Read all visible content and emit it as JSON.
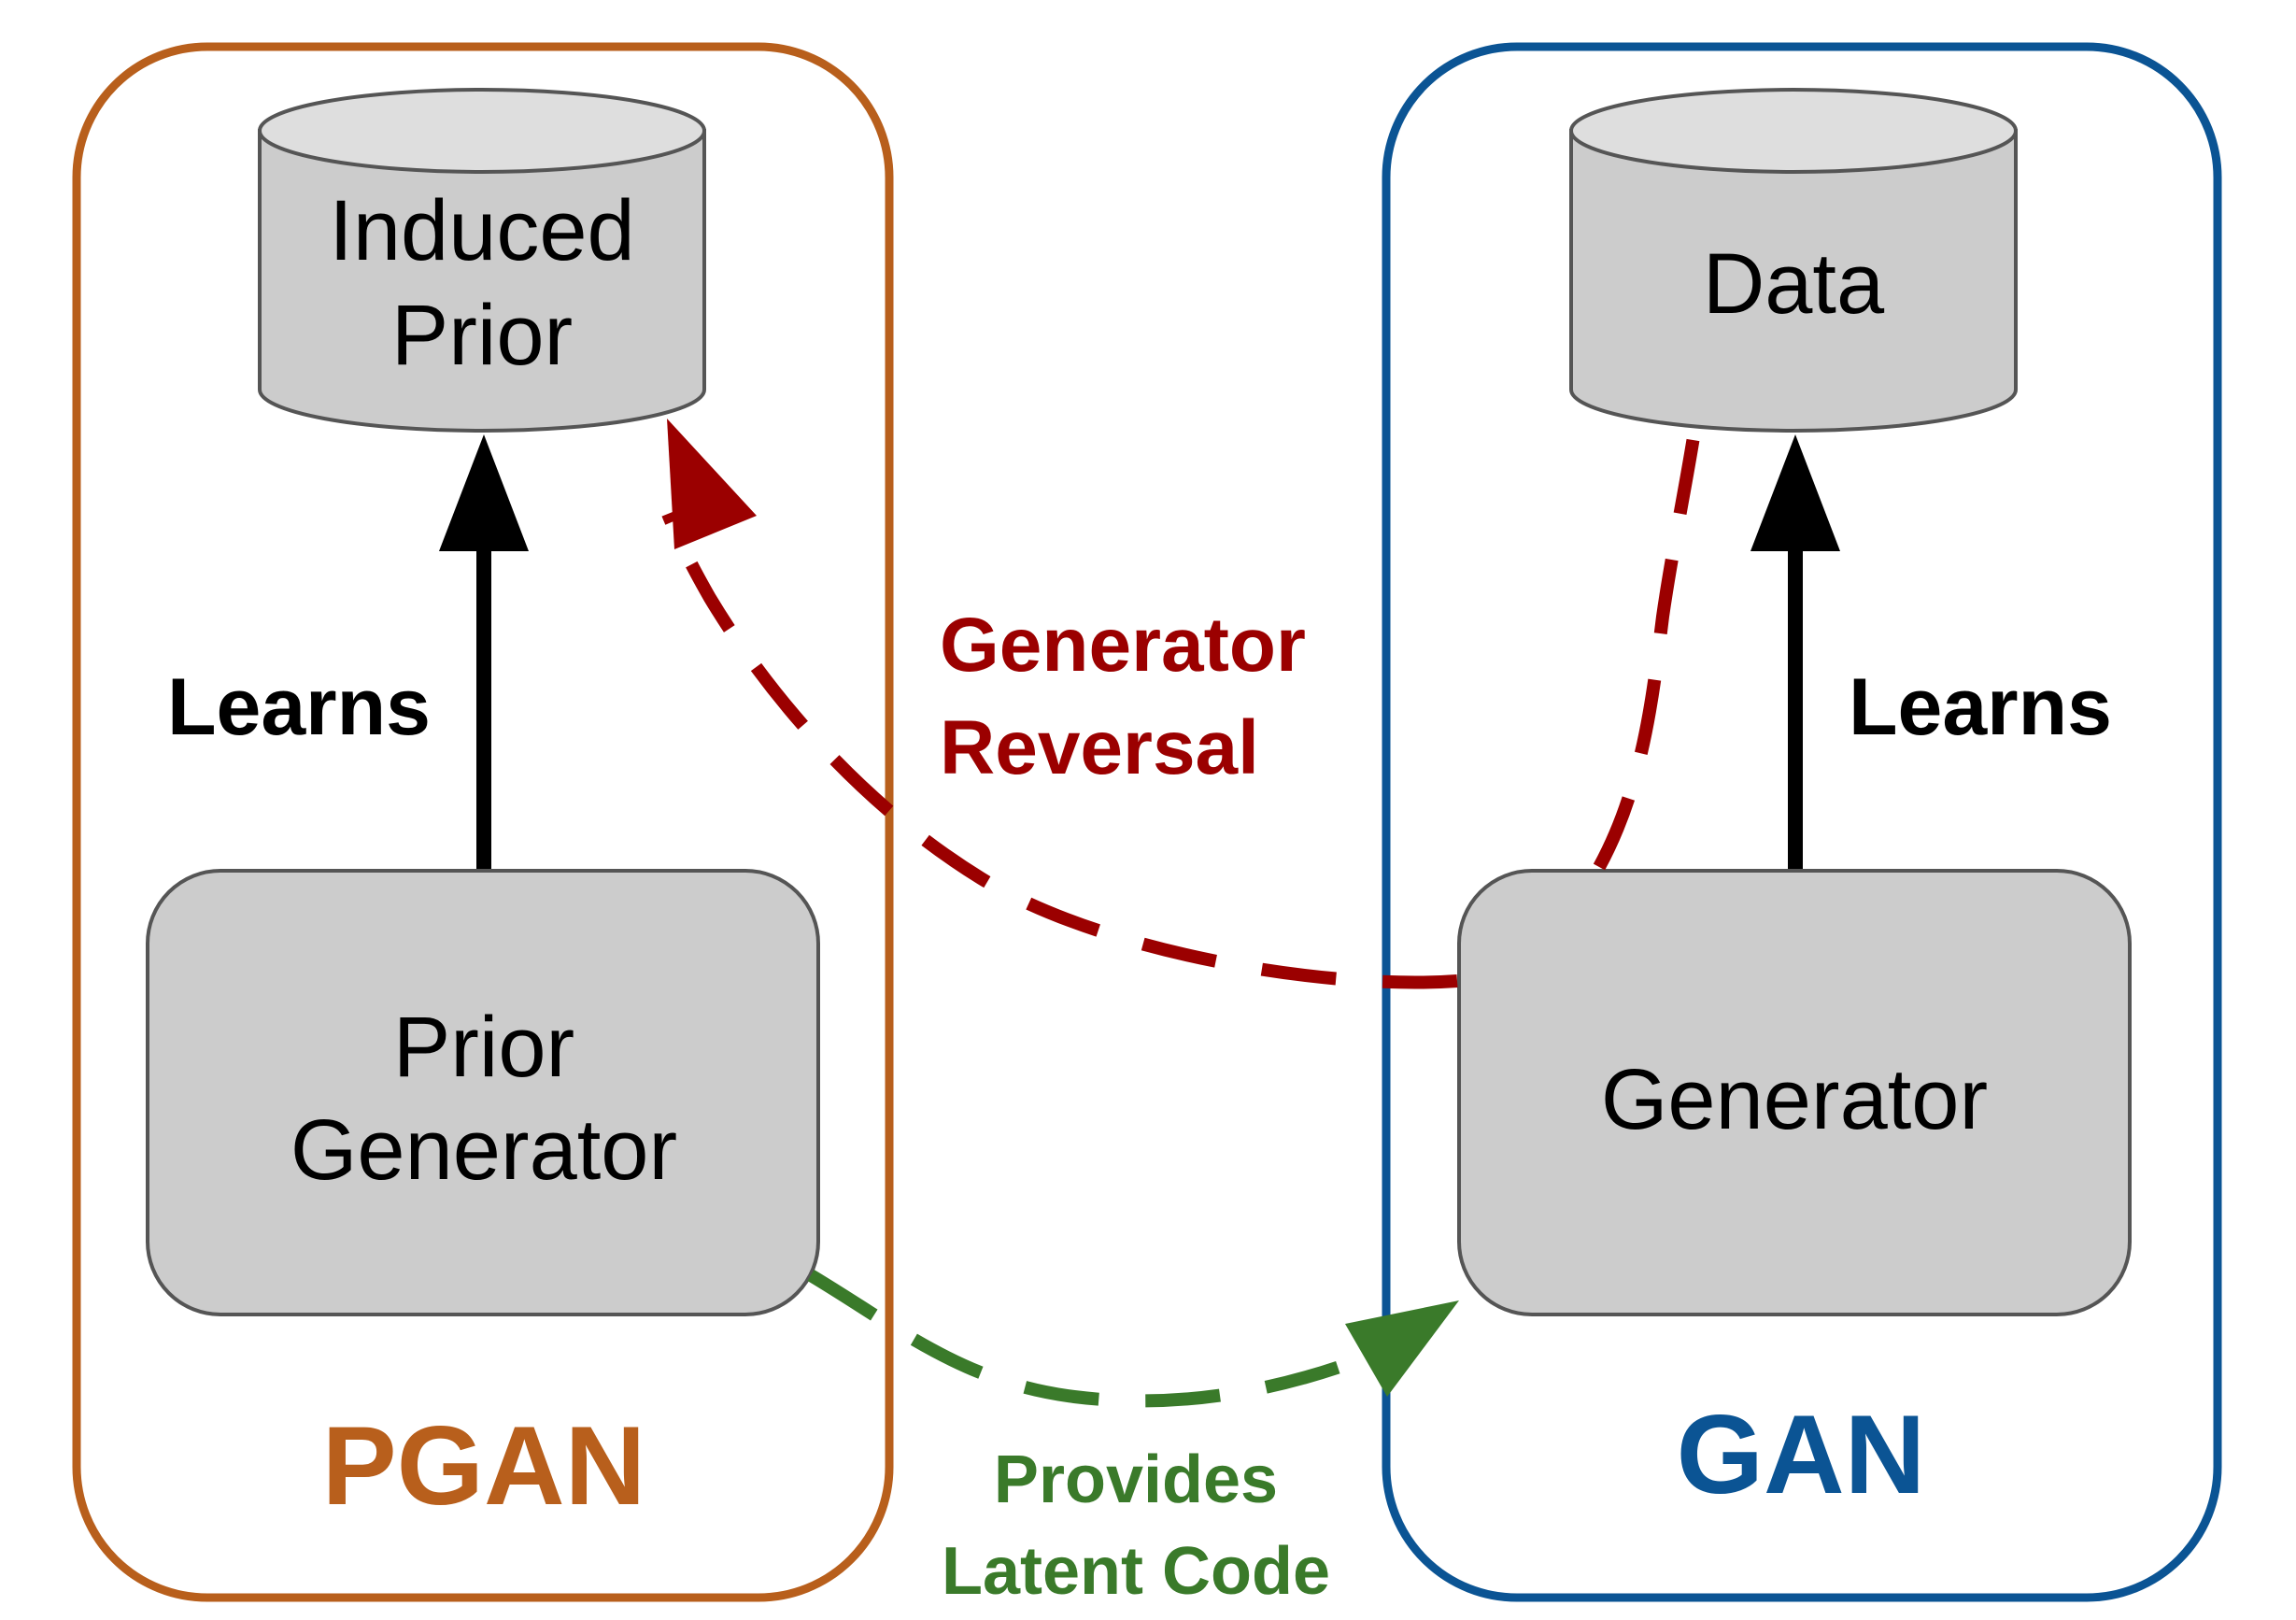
{
  "pgan": {
    "label": "PGAN",
    "color": "#b85f1c"
  },
  "gan": {
    "label": "GAN",
    "color": "#0b5494"
  },
  "nodes": {
    "induced_prior": {
      "line1": "Induced",
      "line2": "Prior"
    },
    "data": {
      "label": "Data"
    },
    "prior_generator": {
      "line1": "Prior",
      "line2": "Generator"
    },
    "generator": {
      "label": "Generator"
    }
  },
  "edges": {
    "learns_left": "Learns",
    "learns_right": "Learns",
    "generator_reversal": {
      "line1": "Generator",
      "line2": "Reversal",
      "color": "#9b0000"
    },
    "provides_latent_code": {
      "line1": "Provides",
      "line2": "Latent Code",
      "color": "#3a7a2a"
    }
  },
  "colors": {
    "node_fill": "#cccccc",
    "cylinder_top": "#dedede",
    "node_stroke": "#555555",
    "arrow": "#000000"
  }
}
